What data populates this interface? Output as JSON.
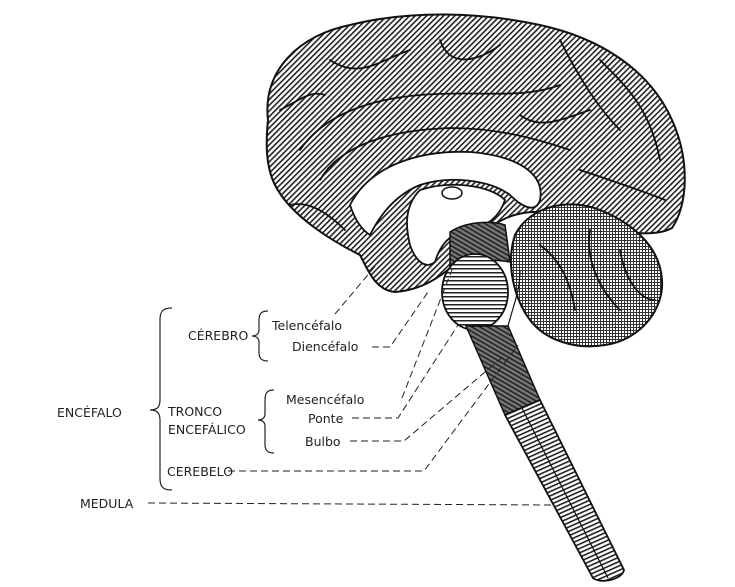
{
  "labels": {
    "encefalo": "ENCÉFALO",
    "cerebro": "CÉREBRO",
    "telencefalo": "Telencéfalo",
    "diencefalo": "Diencéfalo",
    "tronco_line1": "TRONCO",
    "tronco_line2": "ENCEFÁLICO",
    "mesencefalo": "Mesencéfalo",
    "ponte": "Ponte",
    "bulbo": "Bulbo",
    "cerebelo": "CEREBELO",
    "medula": "MEDULA"
  }
}
